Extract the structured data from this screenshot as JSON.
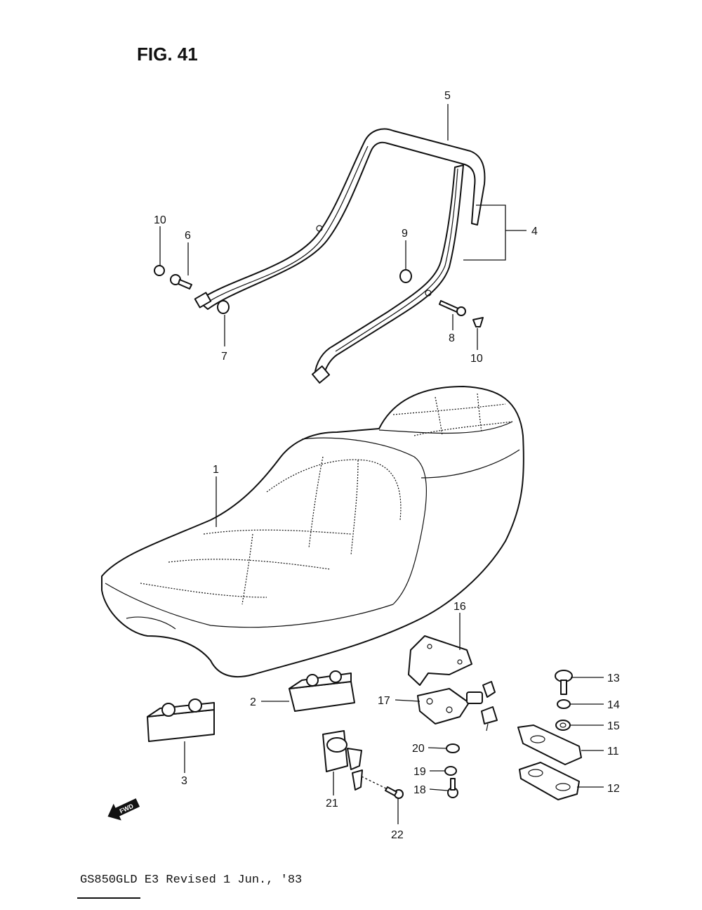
{
  "figure": {
    "title": "FIG. 41"
  },
  "callouts": {
    "c1": "1",
    "c2": "2",
    "c3": "3",
    "c4": "4",
    "c5": "5",
    "c6": "6",
    "c7": "7",
    "c8": "8",
    "c9": "9",
    "c10a": "10",
    "c10b": "10",
    "c11": "11",
    "c12": "12",
    "c13": "13",
    "c14": "14",
    "c15": "15",
    "c16": "16",
    "c17": "17",
    "c18": "18",
    "c19": "19",
    "c20": "20",
    "c21": "21",
    "c22": "22"
  },
  "direction_badge": "FWD",
  "footer": {
    "caption": "GS850GLD E3  Revised 1 Jun., '83"
  }
}
